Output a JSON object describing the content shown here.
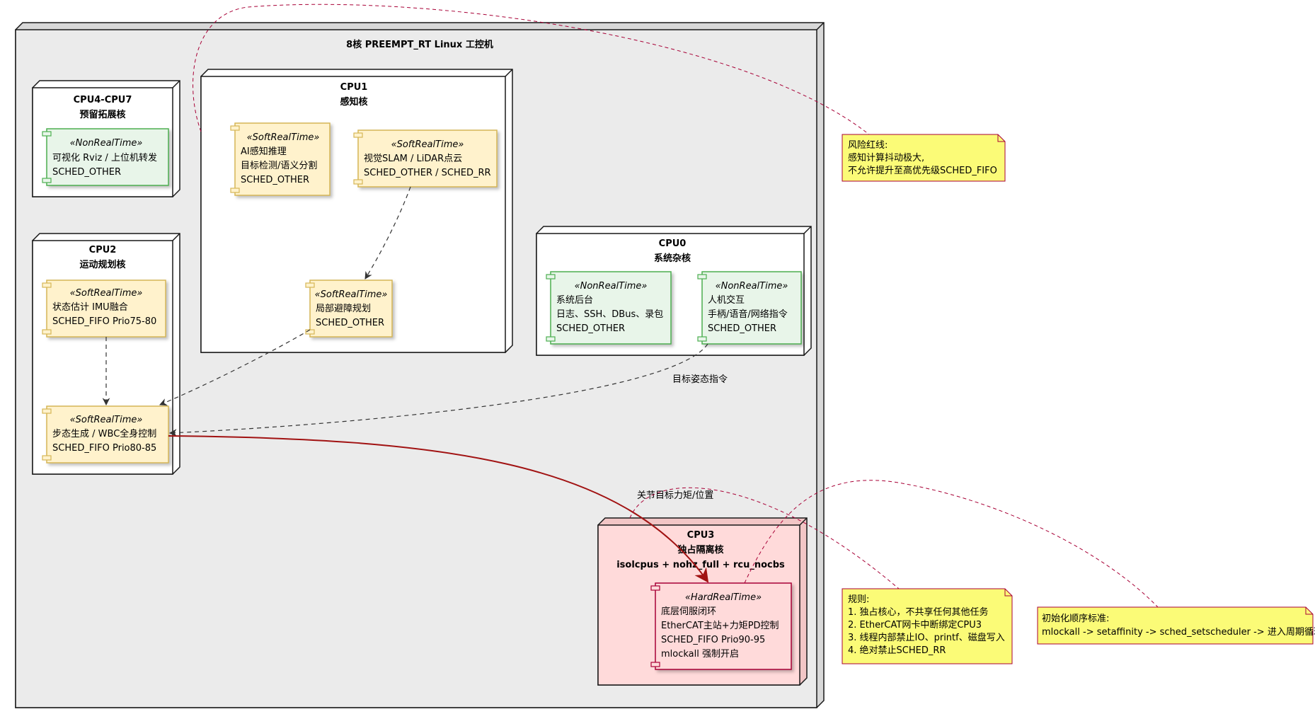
{
  "host": {
    "title": "8核 PREEMPT_RT Linux 工控机"
  },
  "nodes": {
    "cpu47": {
      "title": "CPU4-CPU7",
      "subtitle": "预留拓展核"
    },
    "cpu1": {
      "title": "CPU1",
      "subtitle": "感知核"
    },
    "cpu2": {
      "title": "CPU2",
      "subtitle": "运动规划核"
    },
    "cpu0": {
      "title": "CPU0",
      "subtitle": "系统杂核"
    },
    "cpu3": {
      "title": "CPU3",
      "subtitle": "独占隔离核",
      "subtitle2": "isolcpus + nohz_full + rcu_nocbs"
    }
  },
  "components": {
    "viz": {
      "stereotype": "«NonRealTime»",
      "lines": [
        "可视化 Rviz / 上位机转发",
        "SCHED_OTHER"
      ]
    },
    "ai": {
      "stereotype": "«SoftRealTime»",
      "lines": [
        "AI感知推理",
        "目标检测/语义分割",
        "SCHED_OTHER"
      ]
    },
    "slam": {
      "stereotype": "«SoftRealTime»",
      "lines": [
        "视觉SLAM / LiDAR点云",
        "SCHED_OTHER / SCHED_RR"
      ]
    },
    "avoid": {
      "stereotype": "«SoftRealTime»",
      "lines": [
        "局部避障规划",
        "SCHED_OTHER"
      ]
    },
    "state": {
      "stereotype": "«SoftRealTime»",
      "lines": [
        "状态估计 IMU融合",
        "SCHED_FIFO Prio75-80"
      ]
    },
    "gait": {
      "stereotype": "«SoftRealTime»",
      "lines": [
        "步态生成 / WBC全身控制",
        "SCHED_FIFO Prio80-85"
      ]
    },
    "sys": {
      "stereotype": "«NonRealTime»",
      "lines": [
        "系统后台",
        "日志、SSH、DBus、录包",
        "SCHED_OTHER"
      ]
    },
    "hmi": {
      "stereotype": "«NonRealTime»",
      "lines": [
        "人机交互",
        "手柄/语音/网络指令",
        "SCHED_OTHER"
      ]
    },
    "servo": {
      "stereotype": "«HardRealTime»",
      "lines": [
        "底层伺服闭环",
        "EtherCAT主站+力矩PD控制",
        "SCHED_FIFO Prio90-95",
        "mlockall 强制开启"
      ]
    }
  },
  "edge_labels": {
    "target_pose": "目标姿态指令",
    "joint_torque": "关节目标力矩/位置"
  },
  "notes": {
    "risk": [
      "风险红线:",
      "感知计算抖动极大,",
      "不允许提升至高优先级SCHED_FIFO"
    ],
    "rules": [
      "规则:",
      "1. 独占核心，不共享任何其他任务",
      "2. EtherCAT网卡中断绑定CPU3",
      "3. 线程内部禁止IO、printf、磁盘写入",
      "4. 绝对禁止SCHED_RR"
    ],
    "init": [
      "初始化顺序标准:",
      "mlockall -> setaffinity -> sched_setscheduler -> 进入周期循环"
    ]
  },
  "colors": {
    "host_fill": "#ebebeb",
    "soft_fill": "#fff2cc",
    "soft_border": "#d6b656",
    "non_fill": "#e8f5e9",
    "non_border": "#4caf50",
    "hard_fill": "#ffdada",
    "hard_border": "#a80036",
    "note_fill": "#fbfb77",
    "note_border": "#a80036",
    "red_arrow": "#a11212"
  }
}
